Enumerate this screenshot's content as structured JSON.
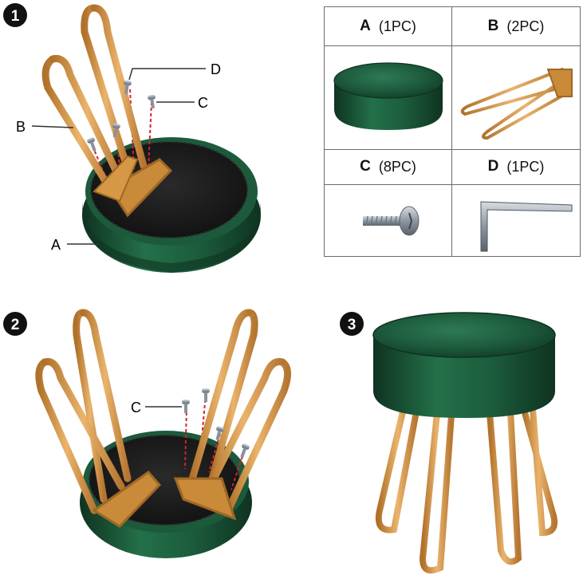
{
  "steps": [
    "1",
    "2",
    "3"
  ],
  "callouts": {
    "step1": [
      "D",
      "C",
      "B",
      "A"
    ],
    "step2": [
      "C"
    ]
  },
  "parts": [
    {
      "letter": "A",
      "qty": "(1PC)",
      "icon": "cushion-seat-icon"
    },
    {
      "letter": "B",
      "qty": "(2PC)",
      "icon": "hairpin-leg-icon"
    },
    {
      "letter": "C",
      "qty": "(8PC)",
      "icon": "screw-icon"
    },
    {
      "letter": "D",
      "qty": "(1PC)",
      "icon": "allen-key-icon"
    }
  ],
  "colors": {
    "velvet_green": "#1d5a3c",
    "velvet_dark": "#123d28",
    "seat_fabric": "#1b1b1b",
    "gold": "#c98a3a",
    "gold_light": "#e7b36a",
    "screw_red_dash": "#d2232a",
    "table_border": "#6b6b6b"
  }
}
